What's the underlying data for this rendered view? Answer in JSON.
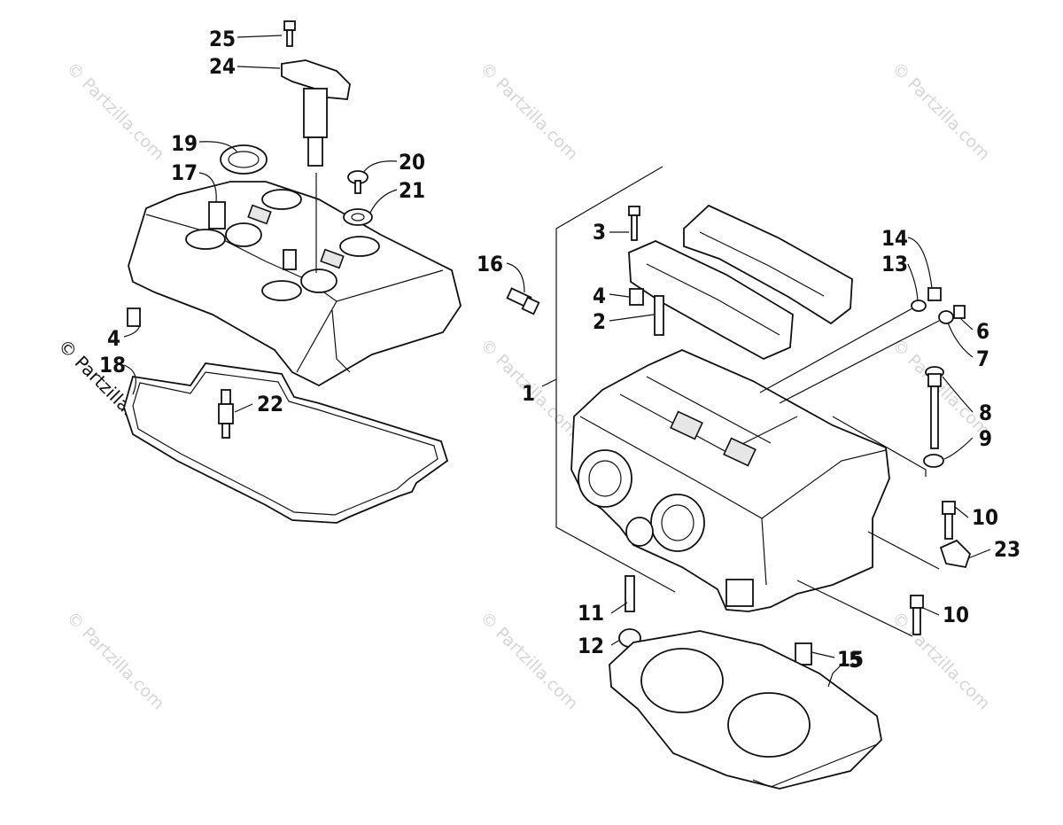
{
  "watermarks": {
    "site": "Partzilla.com",
    "copyright_text": "© Partzilla.com"
  },
  "callouts": [
    {
      "id": "c25",
      "label": "25"
    },
    {
      "id": "c24",
      "label": "24"
    },
    {
      "id": "c19",
      "label": "19"
    },
    {
      "id": "c17",
      "label": "17"
    },
    {
      "id": "c20",
      "label": "20"
    },
    {
      "id": "c21",
      "label": "21"
    },
    {
      "id": "c4a",
      "label": "4"
    },
    {
      "id": "c18",
      "label": "18"
    },
    {
      "id": "c22",
      "label": "22"
    },
    {
      "id": "c16",
      "label": "16"
    },
    {
      "id": "c3",
      "label": "3"
    },
    {
      "id": "c4b",
      "label": "4"
    },
    {
      "id": "c2",
      "label": "2"
    },
    {
      "id": "c14",
      "label": "14"
    },
    {
      "id": "c13",
      "label": "13"
    },
    {
      "id": "c6",
      "label": "6"
    },
    {
      "id": "c7",
      "label": "7"
    },
    {
      "id": "c1",
      "label": "1"
    },
    {
      "id": "c8",
      "label": "8"
    },
    {
      "id": "c9",
      "label": "9"
    },
    {
      "id": "c10a",
      "label": "10"
    },
    {
      "id": "c23",
      "label": "23"
    },
    {
      "id": "c10b",
      "label": "10"
    },
    {
      "id": "c11",
      "label": "11"
    },
    {
      "id": "c12",
      "label": "12"
    },
    {
      "id": "c15",
      "label": "15"
    },
    {
      "id": "c5",
      "label": "5"
    }
  ]
}
